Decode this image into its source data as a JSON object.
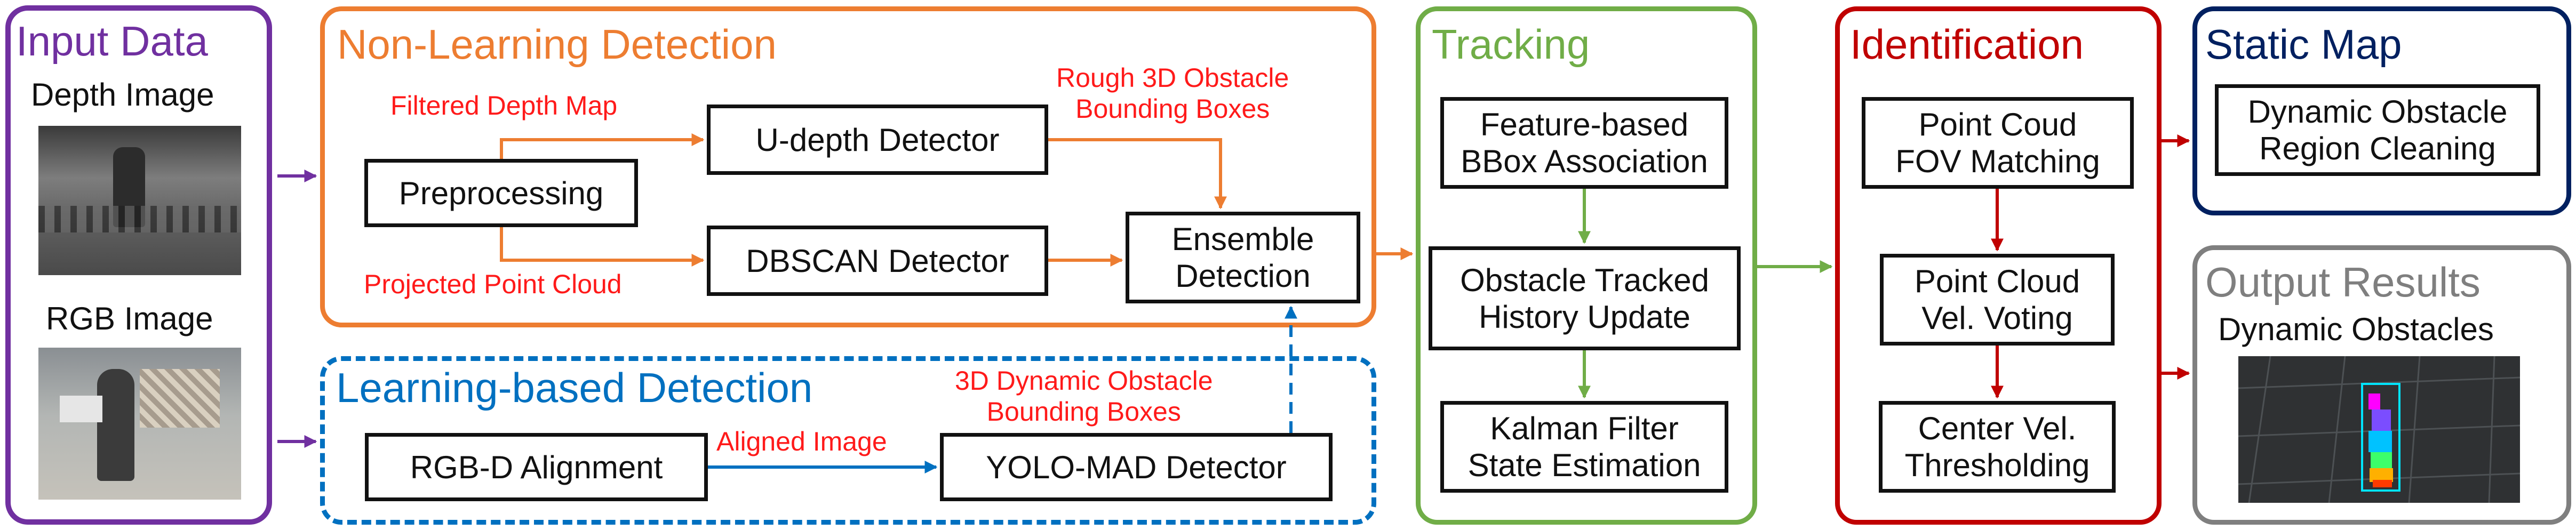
{
  "colors": {
    "input": "#7030a0",
    "nonlearning": "#ed7d31",
    "learning": "#0070c0",
    "tracking": "#70ad47",
    "identification": "#c00000",
    "staticmap": "#002060",
    "output": "#7f7f7f"
  },
  "input": {
    "title": "Input Data",
    "depth_label": "Depth Image",
    "rgb_label": "RGB Image"
  },
  "nonlearning": {
    "title": "Non-Learning Detection",
    "preprocessing": "Preprocessing",
    "udepth": "U-depth Detector",
    "dbscan": "DBSCAN Detector",
    "ensemble": "Ensemble\nDetection",
    "filtered_label": "Filtered Depth Map",
    "projected_label": "Projected Point Cloud",
    "rough_label": "Rough 3D Obstacle\nBounding Boxes"
  },
  "learning": {
    "title": "Learning-based Detection",
    "rgbd": "RGB-D Alignment",
    "yolo": "YOLO-MAD Detector",
    "aligned_label": "Aligned Image",
    "dynamic_label": "3D Dynamic Obstacle\nBounding Boxes"
  },
  "tracking": {
    "title": "Tracking",
    "assoc": "Feature-based\nBBox Association",
    "history": "Obstacle Tracked\nHistory Update",
    "kalman": "Kalman Filter\nState Estimation"
  },
  "identification": {
    "title": "Identification",
    "fov": "Point Coud\nFOV Matching",
    "voting": "Point Cloud\nVel. Voting",
    "threshold": "Center Vel.\nThresholding"
  },
  "staticmap": {
    "title": "Static Map",
    "cleaning": "Dynamic Obstacle\nRegion Cleaning"
  },
  "output": {
    "title": "Output Results",
    "dynamic_label": "Dynamic Obstacles"
  }
}
